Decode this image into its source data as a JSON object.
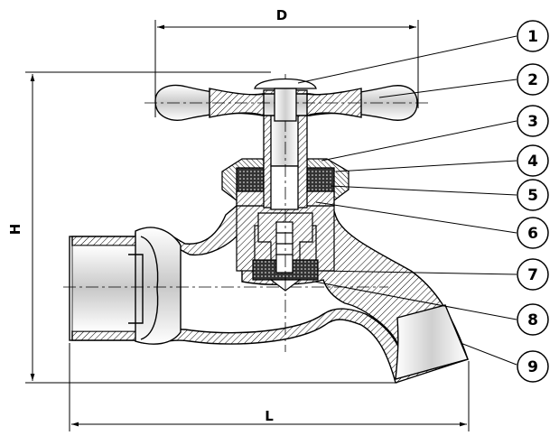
{
  "dimensions": {
    "width_label": "D",
    "height_label": "H",
    "length_label": "L"
  },
  "callouts": [
    "1",
    "2",
    "3",
    "4",
    "5",
    "6",
    "7",
    "8",
    "9"
  ]
}
